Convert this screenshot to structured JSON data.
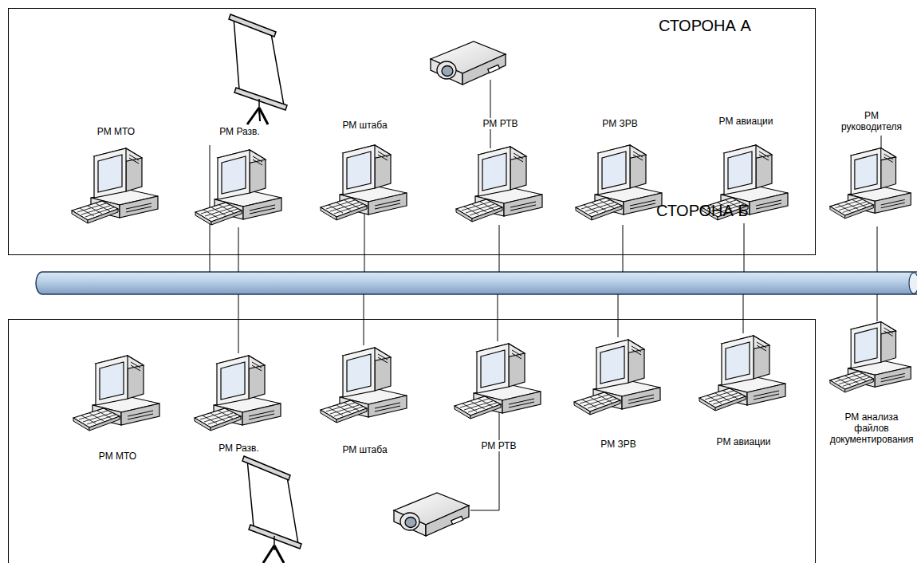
{
  "diagram": {
    "nodes": [
      {
        "text": [
          "СТОРОНА А"
        ]
      },
      {
        "text": [
          "РМ МТО"
        ],
        "in": 0
      },
      {
        "text": [
          "РМ Разв."
        ],
        "in": 0
      },
      {
        "text": [
          "РМ штаба"
        ],
        "in": 0
      },
      {
        "text": [
          "РМ РТВ"
        ],
        "in": 0
      },
      {
        "text": [
          "РМ ЗРВ"
        ],
        "in": 0
      },
      {
        "text": [
          "РМ авиации"
        ],
        "in": 0
      },
      {
        "text": [
          "СТОРОНА Б"
        ]
      },
      {
        "text": [
          "РМ МТО"
        ],
        "in": 7
      },
      {
        "text": [
          "РМ Разв."
        ],
        "in": 7
      },
      {
        "text": [
          "РМ штаба"
        ],
        "in": 7
      },
      {
        "text": [
          "РМ РТВ"
        ],
        "in": 7
      },
      {
        "text": [
          "РМ ЗРВ"
        ],
        "in": 7
      },
      {
        "text": [
          "РМ авиации"
        ],
        "in": 7
      },
      {
        "text": [
          "РМ руководителя"
        ]
      },
      {
        "text": [
          "РМ анализа файлов документирования"
        ]
      }
    ]
  }
}
